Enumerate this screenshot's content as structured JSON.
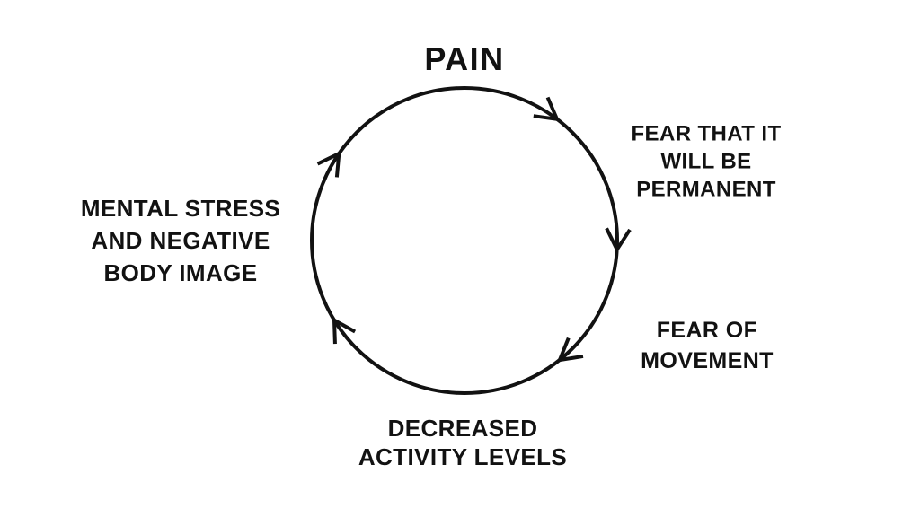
{
  "diagram": {
    "type": "cycle",
    "direction": "clockwise",
    "background_color": "#ffffff",
    "ink_color": "#121212",
    "nodes": [
      {
        "id": "pain",
        "label": "PAIN"
      },
      {
        "id": "fear-permanent",
        "label": "FEAR THAT IT\nWILL BE\nPERMANENT"
      },
      {
        "id": "fear-of-movement",
        "label": "FEAR OF\nMOVEMENT"
      },
      {
        "id": "decreased-activity",
        "label": "DECREASED\nACTIVITY LEVELS"
      },
      {
        "id": "mental-stress",
        "label": "MENTAL STRESS\nAND NEGATIVE\nBODY IMAGE"
      }
    ],
    "edges": [
      {
        "from": "pain",
        "to": "fear-permanent"
      },
      {
        "from": "fear-permanent",
        "to": "fear-of-movement"
      },
      {
        "from": "fear-of-movement",
        "to": "decreased-activity"
      },
      {
        "from": "decreased-activity",
        "to": "mental-stress"
      },
      {
        "from": "mental-stress",
        "to": "pain"
      }
    ]
  }
}
